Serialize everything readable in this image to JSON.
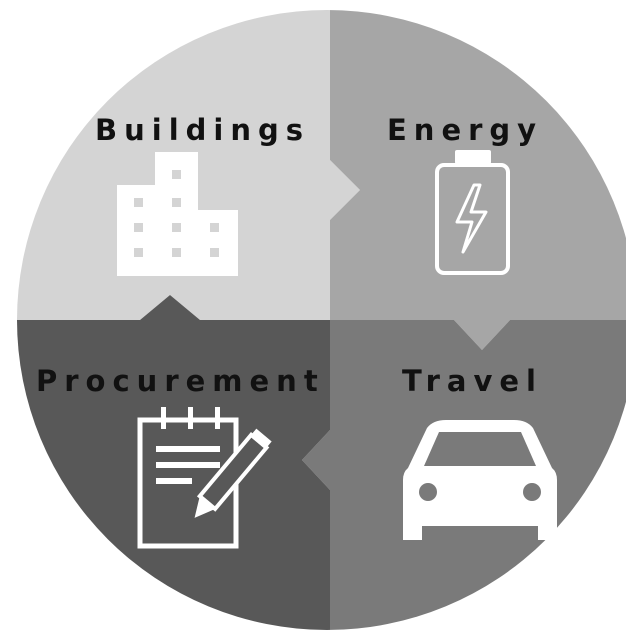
{
  "diagram": {
    "quadrants": [
      {
        "id": "buildings",
        "label": "Buildings",
        "icon": "building-icon",
        "color": "#d4d4d4"
      },
      {
        "id": "energy",
        "label": "Energy",
        "icon": "battery-icon",
        "color": "#a6a6a6"
      },
      {
        "id": "travel",
        "label": "Travel",
        "icon": "car-icon",
        "color": "#7a7a7a"
      },
      {
        "id": "procurement",
        "label": "Procurement",
        "icon": "clipboard-icon",
        "color": "#585858"
      }
    ],
    "icon_color": "#ffffff"
  }
}
